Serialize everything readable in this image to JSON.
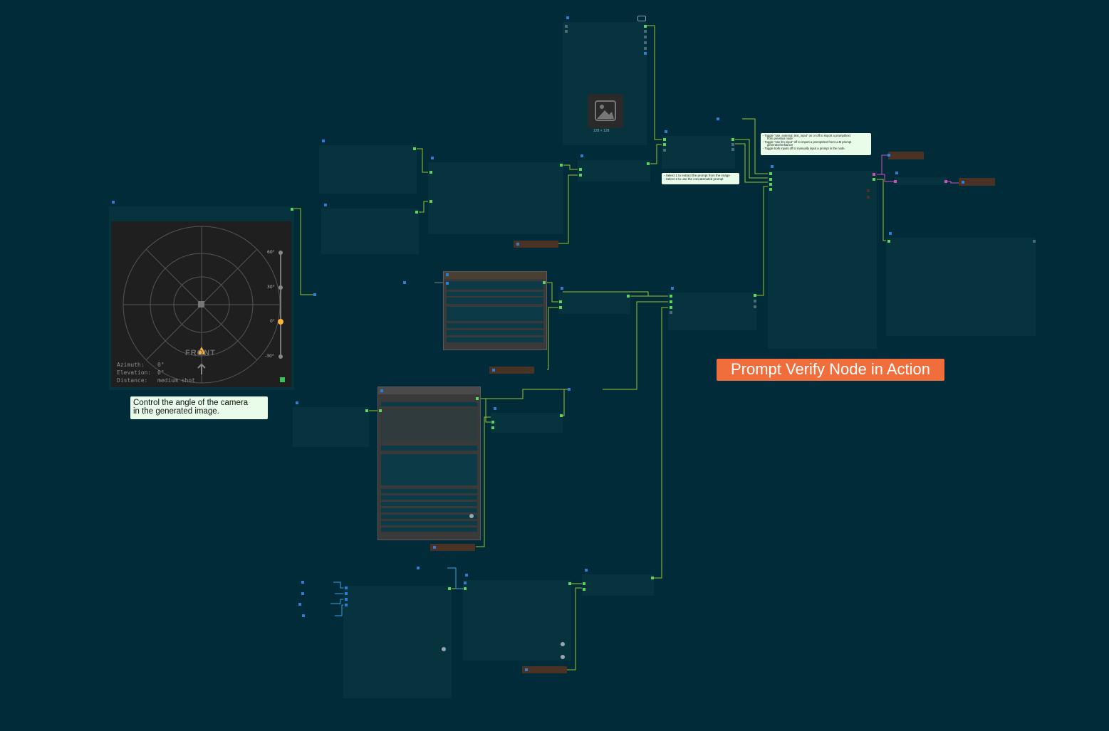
{
  "title_badge": "Prompt Verify Node in Action",
  "camera_note": {
    "line1": "Control the angle of the camera",
    "line2": "in the generated image."
  },
  "camera_widget": {
    "front_label": "FRONT",
    "azimuth_label": "Azimuth:",
    "azimuth_value": "0°",
    "elevation_label": "Elevation:",
    "elevation_value": "0°",
    "distance_label": "Distance:",
    "distance_value": "medium shot",
    "elevation_ticks": [
      "60°",
      "30°",
      "0°",
      "-30°"
    ]
  },
  "image_preview": {
    "size_label": "128 × 128"
  },
  "note_select": {
    "line1": "- Select 1 to extract the prompt from the image",
    "line2": "- Select 2 to use the concatenated prompt"
  },
  "note_toggle": {
    "line1": "- Toggle \"use_external_text_input\" on or off to import a prompt/text",
    "line2": "from previous node",
    "line3": "- Toggle \"use llm input\" off to import a prompt/text from LLM prompt",
    "line4": "generator/enhancer",
    "line5": "- Toggle both inputs off to manually input a prompt in the node."
  },
  "colors": {
    "canvas": "#012b38",
    "node": "#07333f",
    "wire_green": "#9bc42c",
    "wire_pink": "#d04fb7",
    "wire_blue": "#3aa0e0",
    "badge": "#f06e3c",
    "note": "#e9fce9",
    "accent_orange": "#ffb13b"
  }
}
